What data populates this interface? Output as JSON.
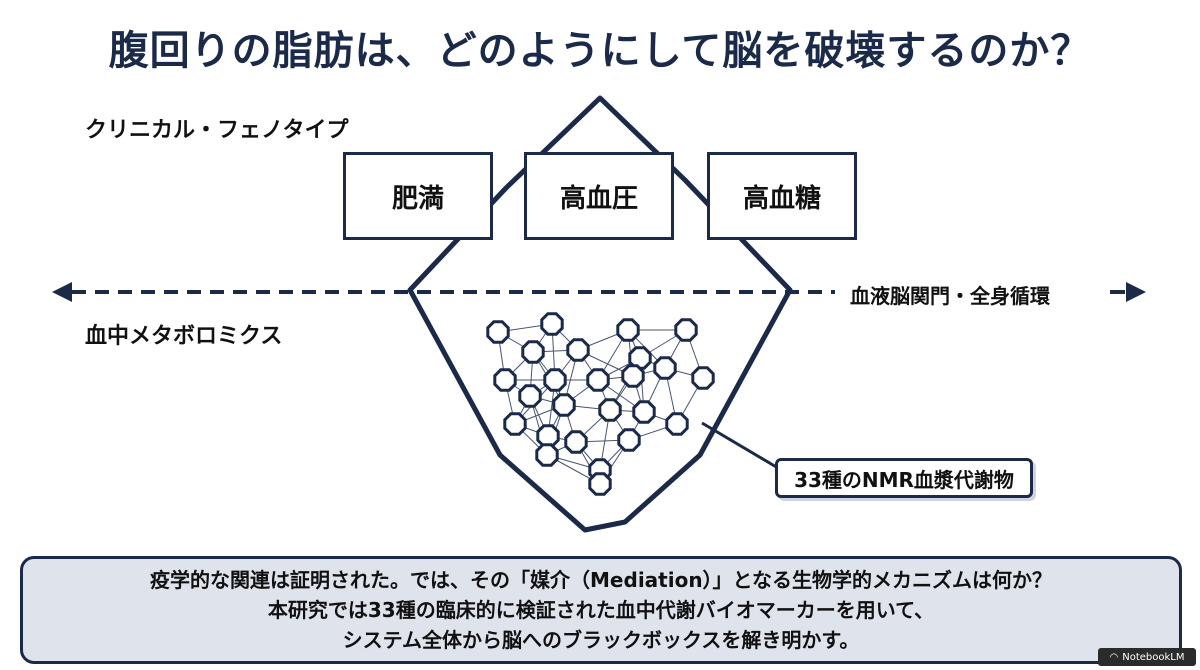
{
  "title": "腹回りの脂肪は、どのようにして脳を破壊するのか？",
  "labels": {
    "phenotype": "クリニカル・フェノタイプ",
    "metabolomics": "血中メタボロミクス",
    "axis": "血液脳関門・全身循環",
    "callout": "33種のNMR血漿代謝物"
  },
  "boxes": {
    "obesity": "肥満",
    "hypertension": "高血圧",
    "diabetes": "高血糖"
  },
  "footer": {
    "line1": "疫学的な関連は証明された。では、その「媒介（Mediation）」となる生物学的メカニズムは何か？",
    "line2": "本研究では33種の臨床的に検証された血中代謝バイオマーカーを用いて、",
    "line3": "システム全体から脳へのブラックボックスを解き明かす。"
  },
  "brand": "NotebookLM",
  "colors": {
    "navy": "#1b2a48",
    "footer_bg": "#dfe3ec"
  },
  "icons": {
    "metabolite_node": "octagon",
    "axis_arrows": "triangle-left-right",
    "brand_logo": "notebooklm-icon"
  },
  "network": {
    "node_count": 25
  }
}
